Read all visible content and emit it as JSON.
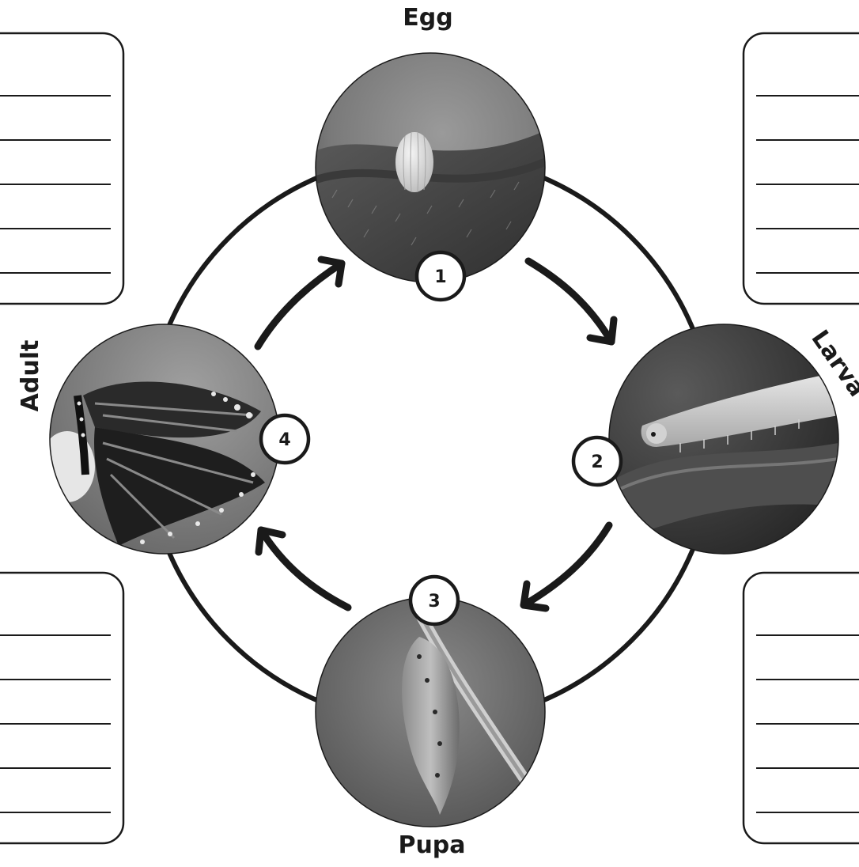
{
  "stages": [
    {
      "number": "1",
      "label": "Egg"
    },
    {
      "number": "2",
      "label": "Larva"
    },
    {
      "number": "3",
      "label": "Pupa"
    },
    {
      "number": "4",
      "label": "Adult"
    }
  ],
  "writing_boxes": [
    {
      "position": "top-left",
      "lines": 5
    },
    {
      "position": "top-right",
      "lines": 5
    },
    {
      "position": "bottom-left",
      "lines": 5
    },
    {
      "position": "bottom-right",
      "lines": 5
    }
  ],
  "colors": {
    "ink": "#1a1a1a",
    "paper": "#ffffff"
  }
}
